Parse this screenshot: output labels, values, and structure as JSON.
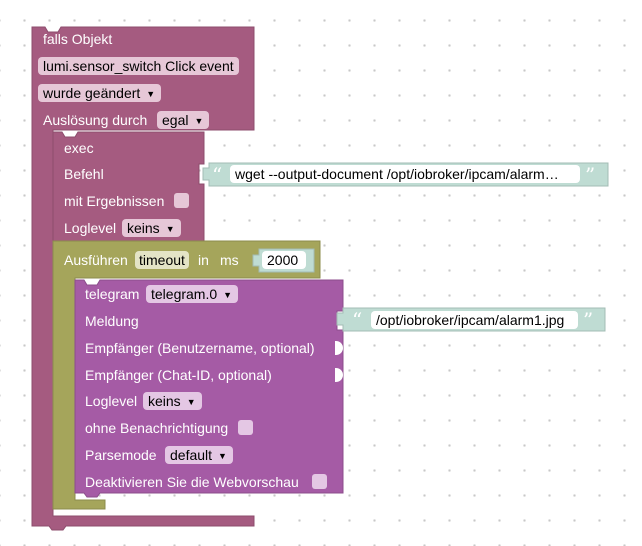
{
  "trigger_block": {
    "title": "falls Objekt",
    "object_id": "lumi.sensor_switch Click event",
    "condition": "wurde geändert",
    "trigger_label": "Auslösung durch",
    "trigger_value": "egal"
  },
  "exec_block": {
    "title": "exec",
    "command_label": "Befehl",
    "command_value": "wget --output-document /opt/iobroker/ipcam/alarm…",
    "results_label": "mit Ergebnissen",
    "loglevel_label": "Loglevel",
    "loglevel_value": "keins"
  },
  "timeout_block": {
    "prefix": "Ausführen",
    "mode": "timeout",
    "in_label": "in",
    "unit": "ms",
    "value": "2000"
  },
  "telegram_block": {
    "title": "telegram",
    "instance": "telegram.0",
    "message_label": "Meldung",
    "message_value": "/opt/iobroker/ipcam/alarm1.jpg",
    "recipient_user_label": "Empfänger (Benutzername, optional)",
    "recipient_chat_label": "Empfänger (Chat-ID, optional)",
    "loglevel_label": "Loglevel",
    "loglevel_value": "keins",
    "silent_label": "ohne Benachrichtigung",
    "parsemode_label": "Parsemode",
    "parsemode_value": "default",
    "preview_label": "Deaktivieren Sie die Webvorschau"
  },
  "quote_marks": {
    "open": "“",
    "close": "”"
  },
  "colors": {
    "trigger_block": "#a55b80",
    "exec_block": "#a55b80",
    "timeout_block": "#a5a55b",
    "telegram_block": "#a55ba5",
    "string_block": "#bfdcd3",
    "trigger_dropdown": "#e6c7d7",
    "timeout_field": "#e4e4c6",
    "telegram_dropdown": "#e4c7e4"
  }
}
